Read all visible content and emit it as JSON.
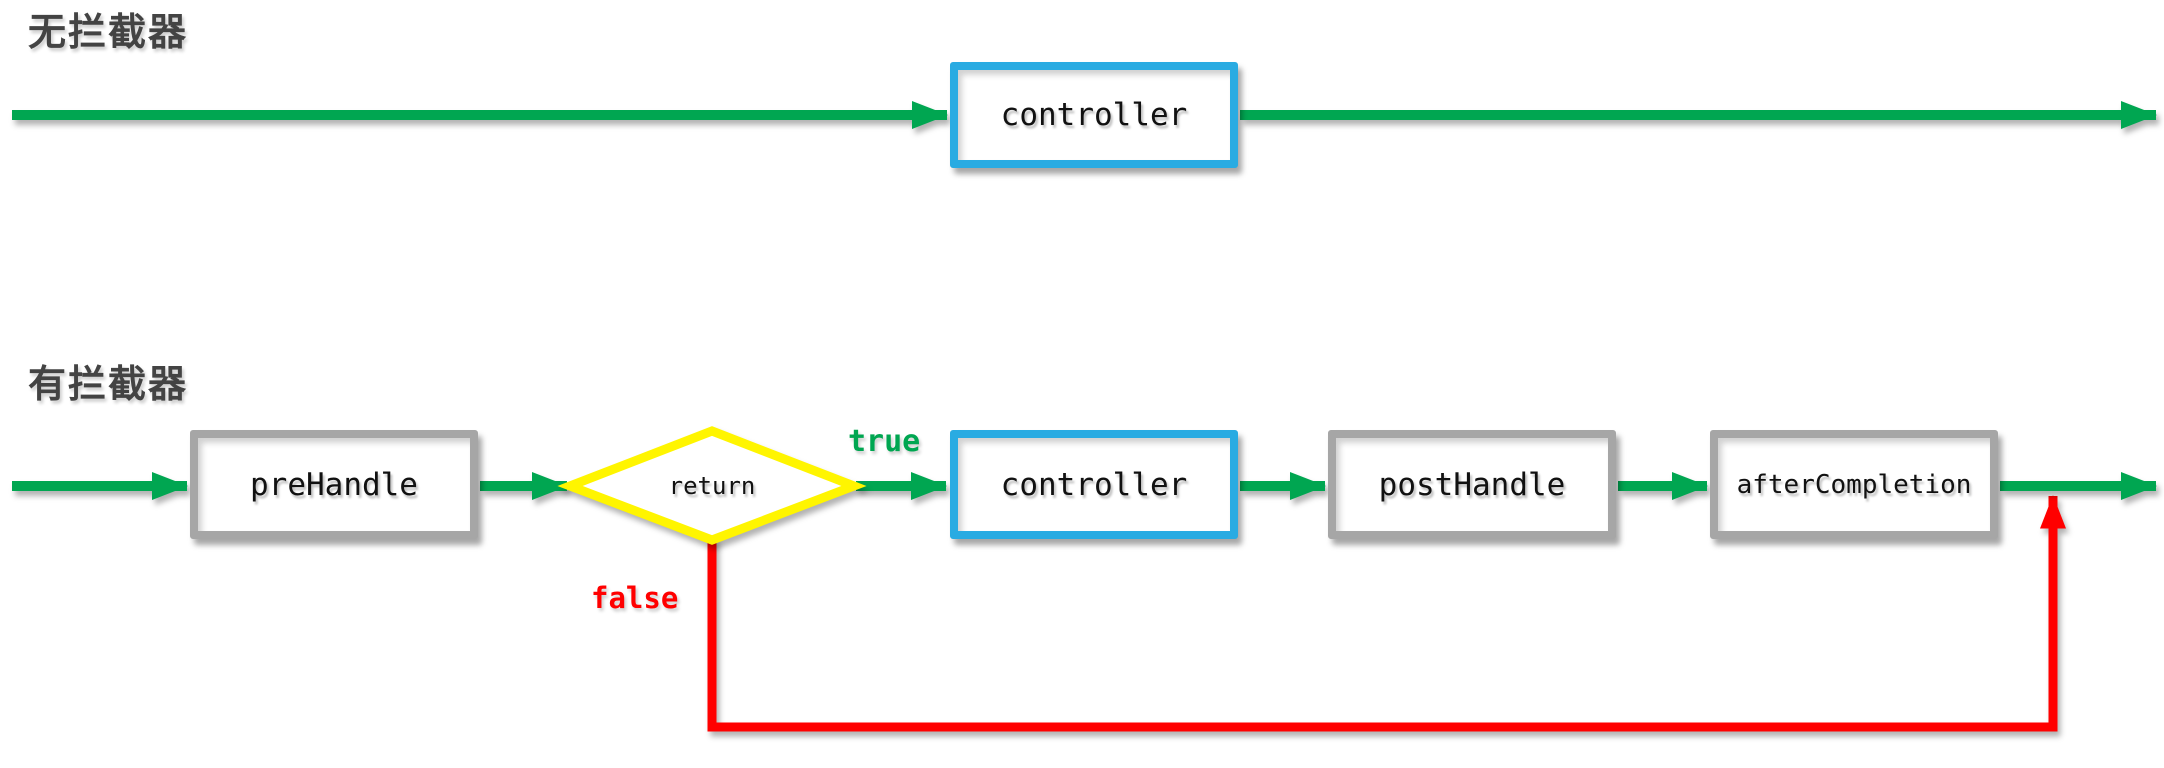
{
  "sections": {
    "no_interceptor": {
      "title": "无拦截器",
      "nodes": [
        {
          "id": "controller",
          "label": "controller",
          "shape": "rect",
          "border_color": "#29ABE2"
        }
      ]
    },
    "with_interceptor": {
      "title": "有拦截器",
      "nodes": [
        {
          "id": "preHandle",
          "label": "preHandle",
          "shape": "rect",
          "border_color": "#A6A6A6"
        },
        {
          "id": "return-decision",
          "label": "return",
          "shape": "diamond",
          "border_color": "#FFF500"
        },
        {
          "id": "controller",
          "label": "controller",
          "shape": "rect",
          "border_color": "#29ABE2"
        },
        {
          "id": "postHandle",
          "label": "postHandle",
          "shape": "rect",
          "border_color": "#A6A6A6"
        },
        {
          "id": "afterCompletion",
          "label": "afterCompletion",
          "shape": "rect",
          "border_color": "#A6A6A6"
        }
      ],
      "branch_true_label": "true",
      "branch_false_label": "false"
    }
  },
  "colors": {
    "flow_green": "#00A651",
    "controller_border_blue": "#29ABE2",
    "interceptor_border_gray": "#A6A6A6",
    "decision_border_yellow": "#FFF500",
    "false_branch_red": "#FF0000",
    "title_text": "#434343",
    "node_text": "#111111",
    "background": "#FFFFFF"
  }
}
